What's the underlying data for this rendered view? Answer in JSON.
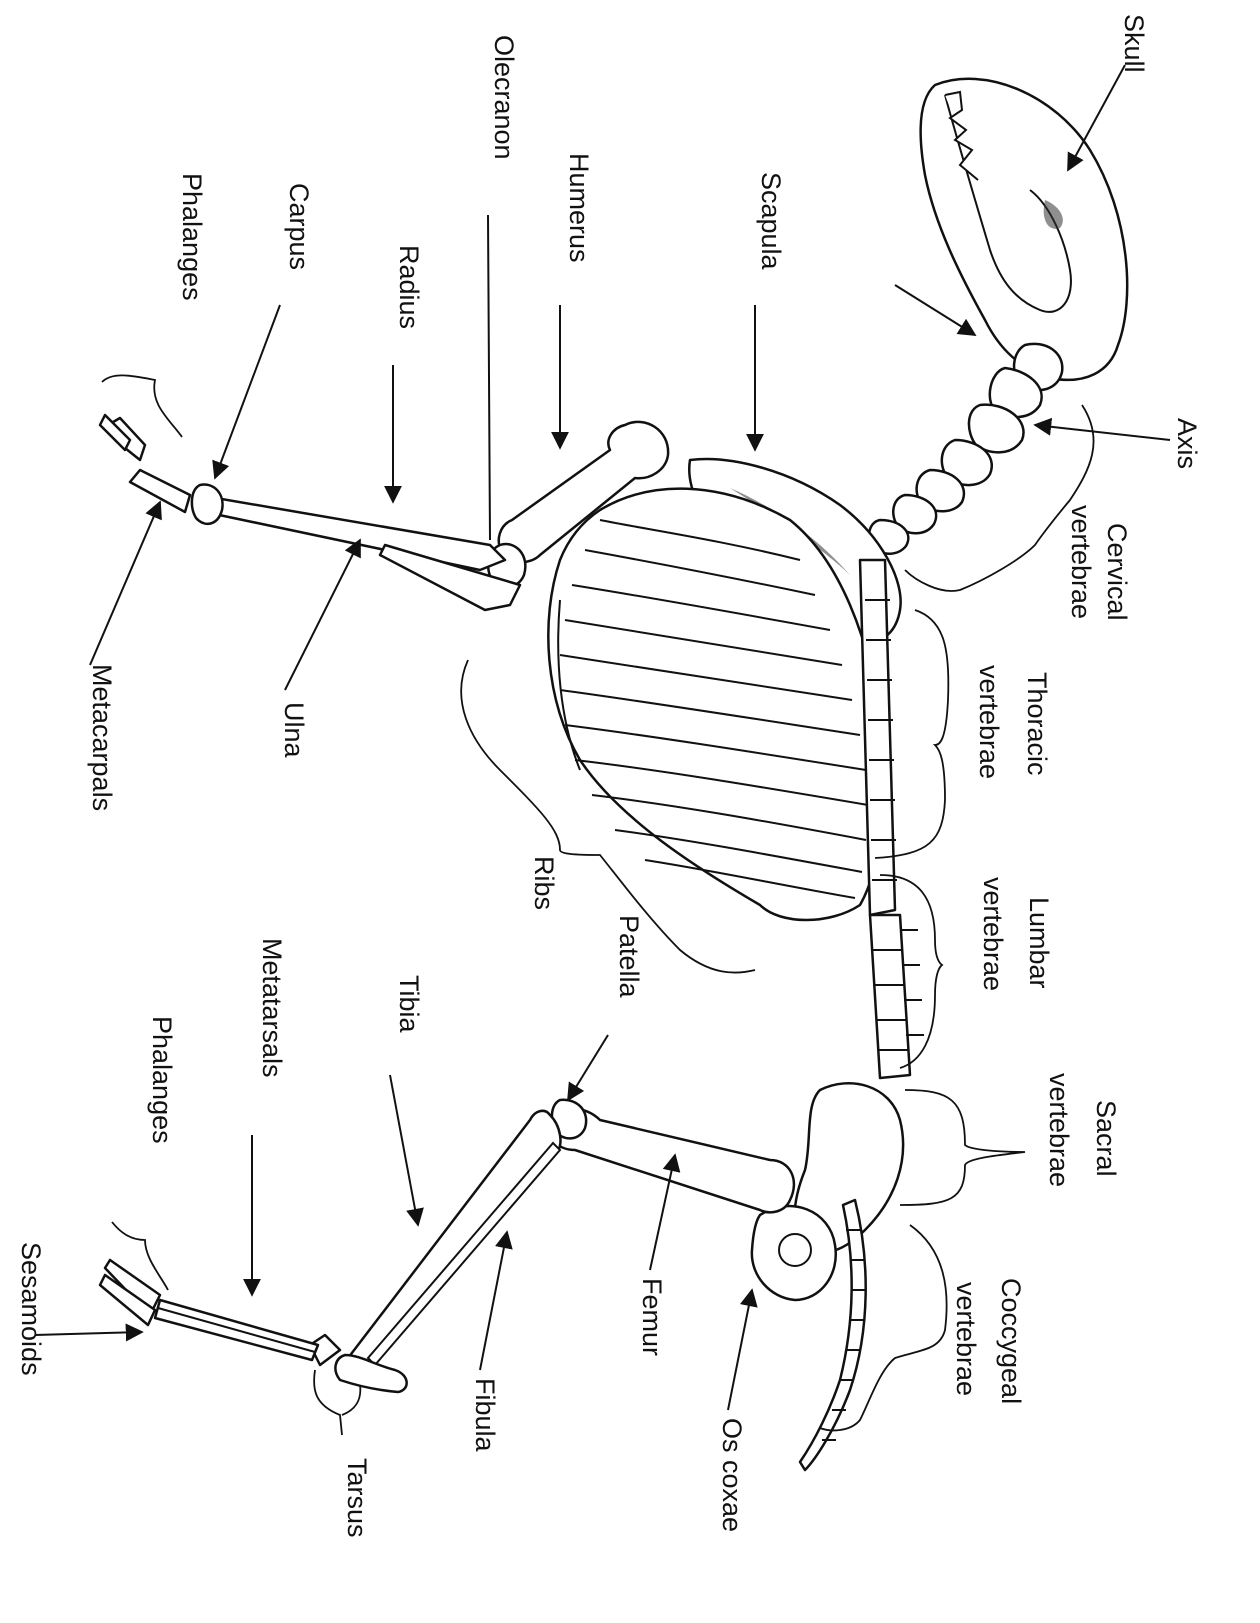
{
  "labels": {
    "skull": "Skull",
    "axis": "Axis",
    "cervical_1": "Cervical",
    "cervical_2": "vertebrae",
    "thoracic_1": "Thoracic",
    "thoracic_2": "vertebrae",
    "lumbar_1": "Lumbar",
    "lumbar_2": "vertebrae",
    "sacral_1": "Sacral",
    "sacral_2": "vertebrae",
    "coccygeal_1": "Coccygeal",
    "coccygeal_2": "vertebrae",
    "scapula": "Scapula",
    "humerus": "Humerus",
    "olecranon": "Olecranon",
    "radius": "Radius",
    "carpus": "Carpus",
    "phalanges_front": "Phalanges",
    "metacarpals": "Metacarpals",
    "ulna": "Ulna",
    "ribs": "Ribs",
    "patella": "Patella",
    "tibia": "Tibia",
    "metatarsals": "Metatarsals",
    "phalanges_hind": "Phalanges",
    "sesamoids": "Sesamoids",
    "tarsus": "Tarsus",
    "fibula": "Fibula",
    "femur": "Femur",
    "os_coxae": "Os coxae"
  }
}
